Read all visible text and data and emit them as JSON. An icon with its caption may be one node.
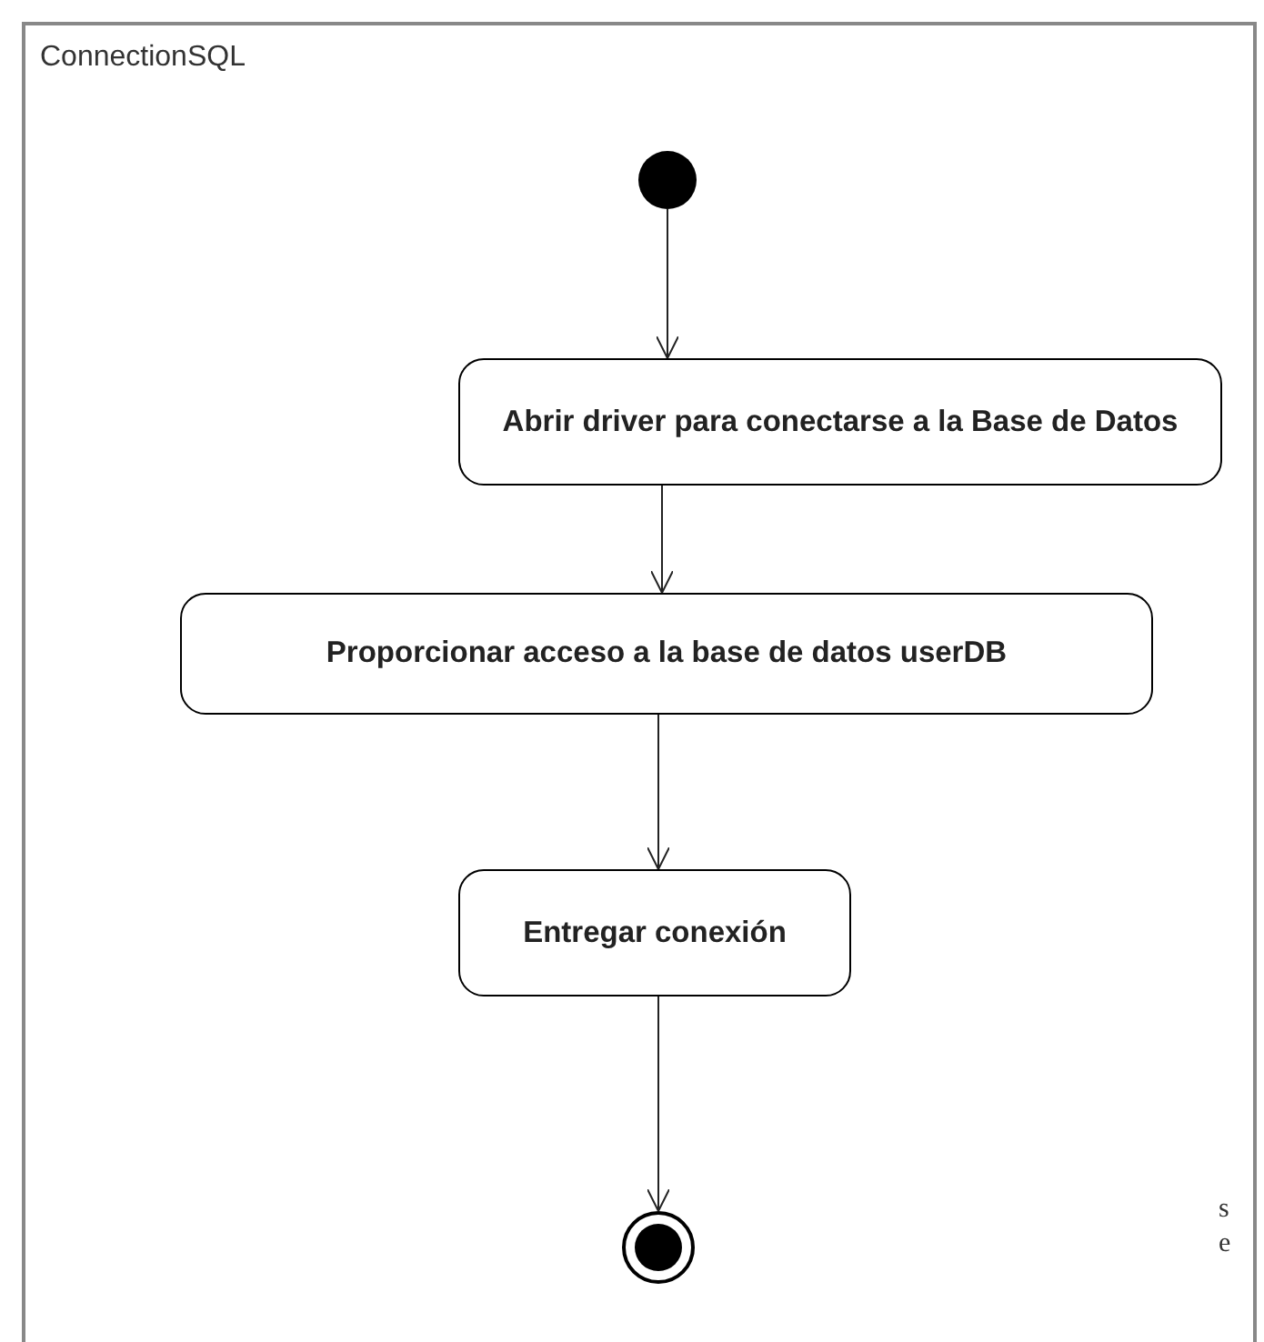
{
  "diagram": {
    "nodes": [
      {
        "text": [
          "ConnectionSQL"
        ]
      },
      {
        "text": [],
        "shape": "circle",
        "in": 0
      },
      {
        "text": [
          "Abrir driver para conectarse a la Base de Datos"
        ],
        "in": 0
      },
      {
        "text": [
          "Proporcionar acceso a la base de datos userDB"
        ],
        "in": 0
      },
      {
        "text": [
          "Entregar conexión"
        ],
        "in": 0
      },
      {
        "text": [],
        "shape": "circle",
        "in": 0
      }
    ],
    "edges": [
      {
        "from": 1,
        "to": 2,
        "arrow": "to"
      },
      {
        "from": 2,
        "to": 3,
        "arrow": "to"
      },
      {
        "from": 3,
        "to": 4,
        "arrow": "to"
      },
      {
        "from": 4,
        "to": 5,
        "arrow": "to"
      }
    ],
    "labels": [
      "s",
      "e"
    ]
  }
}
